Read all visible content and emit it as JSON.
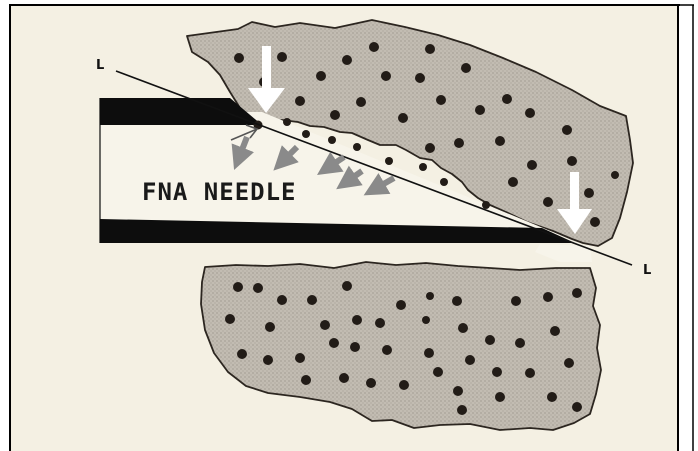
{
  "diagram": {
    "needle_label": "FNA NEEDLE",
    "line_label_top": "L",
    "line_label_bottom": "L",
    "colors": {
      "background": "#f4f0e3",
      "tissue_fill": "#bdb7ad",
      "tissue_outline": "#2c2620",
      "cell": "#221c17",
      "needle_wall": "#0d0d0d",
      "white_arrow": "#ffffff",
      "gray_arrow": "#8a8a8a",
      "border": "#000000"
    }
  }
}
